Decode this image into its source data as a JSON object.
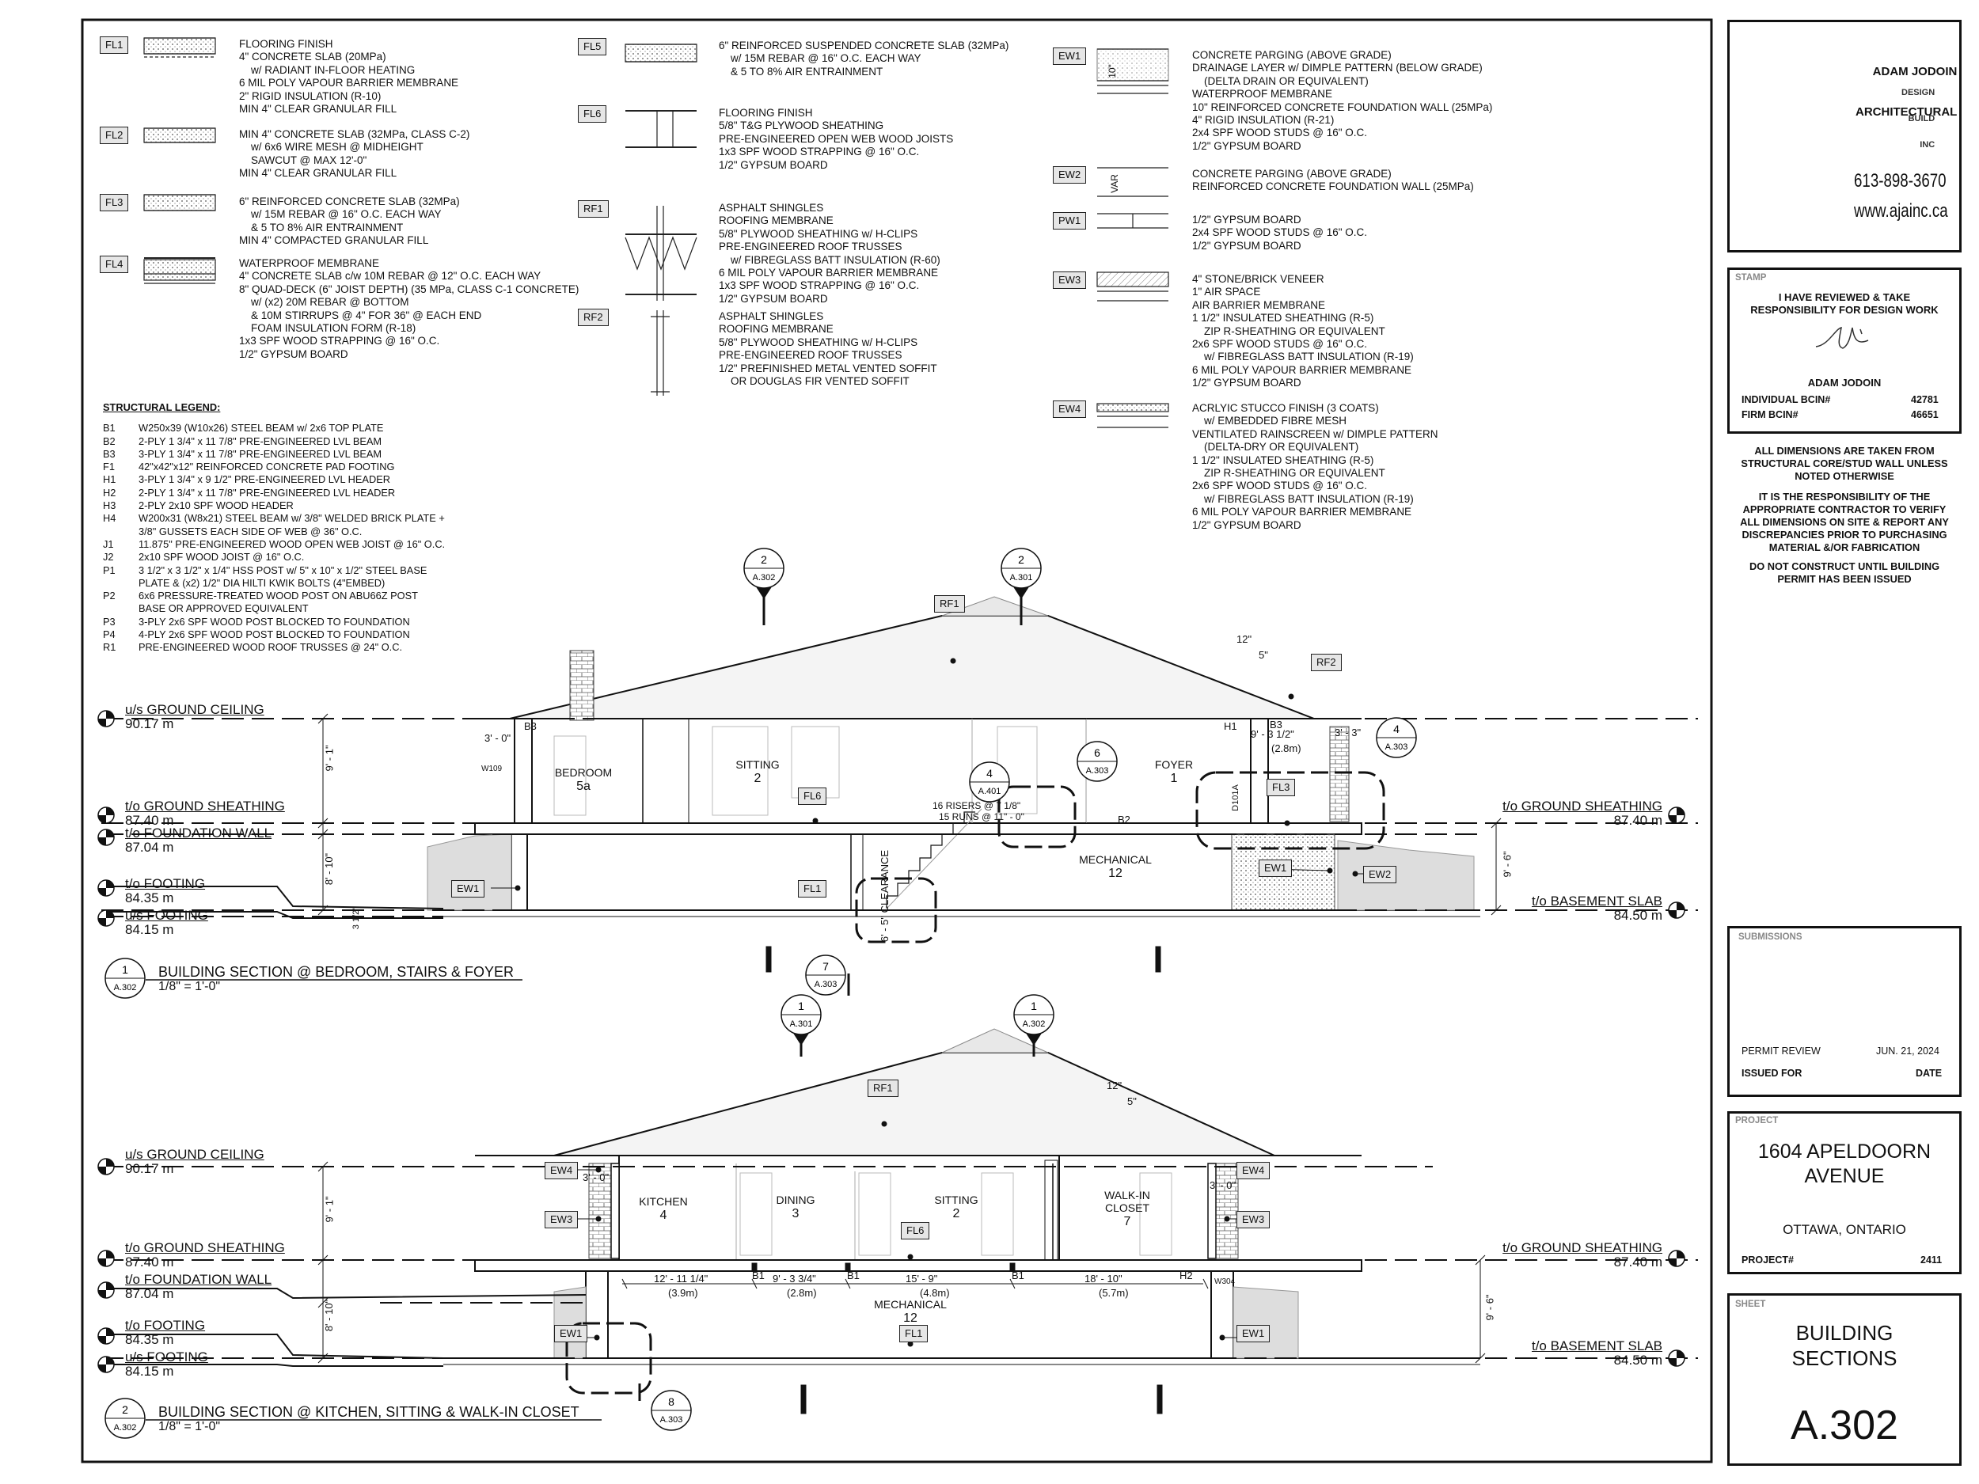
{
  "assemblies_left": [
    {
      "tag": "FL1",
      "lines": [
        "FLOORING FINISH",
        "4\" CONCRETE SLAB (20MPa)",
        "    w/ RADIANT IN-FLOOR HEATING",
        "6 MIL POLY VAPOUR BARRIER MEMBRANE",
        "2\" RIGID INSULATION (R-10)",
        "MIN 4\" CLEAR GRANULAR FILL"
      ]
    },
    {
      "tag": "FL2",
      "lines": [
        "MIN 4\" CONCRETE SLAB (32MPa, CLASS C-2)",
        "    w/ 6x6 WIRE MESH @ MIDHEIGHT",
        "    SAWCUT @ MAX 12'-0\"",
        "MIN 4\" CLEAR GRANULAR FILL"
      ]
    },
    {
      "tag": "FL3",
      "lines": [
        "6\" REINFORCED CONCRETE SLAB (32MPa)",
        "    w/ 15M REBAR @ 16\" O.C. EACH WAY",
        "    & 5 TO 8% AIR ENTRAINMENT",
        "MIN 4\" COMPACTED GRANULAR FILL"
      ]
    },
    {
      "tag": "FL4",
      "lines": [
        "WATERPROOF MEMBRANE",
        "4\" CONCRETE SLAB c/w 10M REBAR @ 12\" O.C. EACH WAY",
        "8\" QUAD-DECK (6\" JOIST DEPTH) (35 MPa, CLASS C-1 CONCRETE)",
        "    w/ (x2) 20M REBAR @ BOTTOM",
        "    & 10M STIRRUPS @ 4\" FOR 36\" @ EACH END",
        "    FOAM INSULATION FORM (R-18)",
        "1x3 SPF WOOD STRAPPING @ 16\" O.C.",
        "1/2\" GYPSUM BOARD"
      ]
    }
  ],
  "assemblies_mid": [
    {
      "tag": "FL5",
      "lines": [
        "6\" REINFORCED SUSPENDED CONCRETE SLAB (32MPa)",
        "    w/ 15M REBAR @ 16\" O.C. EACH WAY",
        "    & 5 TO 8% AIR ENTRAINMENT"
      ]
    },
    {
      "tag": "FL6",
      "lines": [
        "FLOORING FINISH",
        "5/8\" T&G PLYWOOD SHEATHING",
        "PRE-ENGINEERED OPEN WEB WOOD JOISTS",
        "1x3 SPF WOOD STRAPPING @ 16\" O.C.",
        "1/2\" GYPSUM BOARD"
      ]
    },
    {
      "tag": "RF1",
      "lines": [
        "ASPHALT SHINGLES",
        "ROOFING MEMBRANE",
        "5/8\" PLYWOOD SHEATHING w/ H-CLIPS",
        "PRE-ENGINEERED ROOF TRUSSES",
        "    w/ FIBREGLASS BATT INSULATION (R-60)",
        "6 MIL POLY VAPOUR BARRIER MEMBRANE",
        "1x3 SPF WOOD STRAPPING @ 16\" O.C.",
        "1/2\" GYPSUM BOARD"
      ]
    },
    {
      "tag": "RF2",
      "lines": [
        "ASPHALT SHINGLES",
        "ROOFING MEMBRANE",
        "5/8\" PLYWOOD SHEATHING w/ H-CLIPS",
        "PRE-ENGINEERED ROOF TRUSSES",
        "1/2\" PREFINISHED METAL VENTED SOFFIT",
        "    OR DOUGLAS FIR VENTED SOFFIT"
      ]
    }
  ],
  "assemblies_right": [
    {
      "tag": "EW1",
      "lines": [
        "CONCRETE PARGING (ABOVE GRADE)",
        "DRAINAGE LAYER w/ DIMPLE PATTERN (BELOW GRADE)",
        "    (DELTA DRAIN OR EQUIVALENT)",
        "WATERPROOF MEMBRANE",
        "10\" REINFORCED CONCRETE FOUNDATION WALL (25MPa)",
        "4\" RIGID INSULATION (R-21)",
        "2x4 SPF WOOD STUDS @ 16\" O.C.",
        "1/2\" GYPSUM BOARD"
      ]
    },
    {
      "tag": "EW2",
      "lines": [
        "CONCRETE PARGING (ABOVE GRADE)",
        "REINFORCED CONCRETE FOUNDATION WALL (25MPa)"
      ]
    },
    {
      "tag": "PW1",
      "lines": [
        "1/2\" GYPSUM BOARD",
        "2x4 SPF WOOD STUDS @ 16\" O.C.",
        "1/2\" GYPSUM BOARD"
      ]
    },
    {
      "tag": "EW3",
      "lines": [
        "4\" STONE/BRICK VENEER",
        "1\" AIR SPACE",
        "AIR BARRIER MEMBRANE",
        "1 1/2\" INSULATED SHEATHING (R-5)",
        "    ZIP R-SHEATHING OR EQUIVALENT",
        "2x6 SPF WOOD STUDS @ 16\" O.C.",
        "    w/ FIBREGLASS BATT INSULATION (R-19)",
        "6 MIL POLY VAPOUR BARRIER MEMBRANE",
        "1/2\" GYPSUM BOARD"
      ]
    },
    {
      "tag": "EW4",
      "lines": [
        "ACRLYIC STUCCO FINISH (3 COATS)",
        "    w/ EMBEDDED FIBRE MESH",
        "VENTILATED RAINSCREEN w/ DIMPLE PATTERN",
        "    (DELTA-DRY OR EQUIVALENT)",
        "1 1/2\" INSULATED SHEATHING (R-5)",
        "    ZIP R-SHEATHING OR EQUIVALENT",
        "2x6 SPF WOOD STUDS @ 16\" O.C.",
        "    w/ FIBREGLASS BATT INSULATION (R-19)",
        "6 MIL POLY VAPOUR BARRIER MEMBRANE",
        "1/2\" GYPSUM BOARD"
      ]
    }
  ],
  "dim_10": "10\"",
  "dim_var": "VAR",
  "legend": {
    "title": "STRUCTURAL LEGEND:",
    "items": [
      {
        "code": "B1",
        "text": "W250x39 (W10x26) STEEL BEAM w/ 2x6 TOP PLATE"
      },
      {
        "code": "B2",
        "text": "2-PLY 1 3/4\" x 11 7/8\" PRE-ENGINEERED LVL BEAM"
      },
      {
        "code": "B3",
        "text": "3-PLY 1 3/4\" x 11 7/8\" PRE-ENGINEERED LVL BEAM"
      },
      {
        "code": "F1",
        "text": "42\"x42\"x12\" REINFORCED CONCRETE PAD FOOTING"
      },
      {
        "code": "H1",
        "text": "3-PLY 1 3/4\" x 9 1/2\" PRE-ENGINEERED LVL HEADER"
      },
      {
        "code": "H2",
        "text": "2-PLY 1 3/4\" x 11 7/8\" PRE-ENGINEERED LVL HEADER"
      },
      {
        "code": "H3",
        "text": "2-PLY 2x10 SPF WOOD HEADER"
      },
      {
        "code": "H4",
        "text": "W200x31 (W8x21) STEEL BEAM w/ 3/8\" WELDED BRICK PLATE +\n3/8\" GUSSETS EACH SIDE OF WEB @ 36\" O.C."
      },
      {
        "code": "J1",
        "text": "11.875\" PRE-ENGINEERED WOOD OPEN WEB JOIST @ 16\" O.C."
      },
      {
        "code": "J2",
        "text": "2x10 SPF WOOD JOIST @ 16\" O.C."
      },
      {
        "code": "P1",
        "text": "3 1/2\" x 3 1/2\" x 1/4\" HSS POST w/ 5\" x 10\" x 1/2\" STEEL BASE\nPLATE & (x2) 1/2\" DIA HILTI KWIK BOLTS (4\"EMBED)"
      },
      {
        "code": "P2",
        "text": "6x6 PRESSURE-TREATED WOOD POST ON ABU66Z POST\nBASE OR APPROVED EQUIVALENT"
      },
      {
        "code": "P3",
        "text": "3-PLY 2x6 SPF WOOD POST BLOCKED TO FOUNDATION"
      },
      {
        "code": "P4",
        "text": "4-PLY 2x6 SPF WOOD POST BLOCKED TO FOUNDATION"
      },
      {
        "code": "R1",
        "text": "PRE-ENGINEERED WOOD ROOF TRUSSES @ 24\" O.C."
      }
    ]
  },
  "levels": {
    "ground_ceiling": {
      "label": "u/s GROUND CEILING",
      "value": "90.17 m"
    },
    "ground_sheathing": {
      "label": "t/o GROUND SHEATHING",
      "value": "87.40 m"
    },
    "foundation_wall": {
      "label": "t/o FOUNDATION WALL",
      "value": "87.04 m"
    },
    "footing_top": {
      "label": "t/o FOOTING",
      "value": "84.35 m"
    },
    "footing_bottom": {
      "label": "u/s FOOTING",
      "value": "84.15 m"
    },
    "basement_slab": {
      "label": "t/o BASEMENT SLAB",
      "value": "84.50 m"
    }
  },
  "section1": {
    "num": "1",
    "sheet": "A.302",
    "title": "BUILDING SECTION @ BEDROOM, STAIRS & FOYER",
    "scale": "1/8\" = 1'-0\"",
    "rooms": [
      {
        "name": "BEDROOM",
        "num": "5a"
      },
      {
        "name": "SITTING",
        "num": "2"
      },
      {
        "name": "FOYER",
        "num": "1"
      },
      {
        "name": "MECHANICAL",
        "num": "12"
      }
    ],
    "dims": {
      "upper": "9' - 1\"",
      "lower": "8' - 10\"",
      "right": "9' - 6\"",
      "left_off": "3' - 0\"",
      "right_off": "3' - 3\"",
      "foyer_w": "9' - 3 1/2\"",
      "foyer_m": "(2.8m)",
      "clearance": "6' - 5\" CLEARANCE",
      "pitch_run": "12\"",
      "pitch_rise": "5\"",
      "risers": "16 RISERS @ 7 1/8\"",
      "runs": "15 RUNS @ 11\" - 0\"",
      "small_dim": "3 1/2\""
    },
    "labels": [
      "B3",
      "H1",
      "B3",
      "B2",
      "D101A",
      "W109"
    ],
    "callouts": [
      {
        "num": "2",
        "sheet": "A.302"
      },
      {
        "num": "2",
        "sheet": "A.301"
      },
      {
        "num": "6",
        "sheet": "A.303"
      },
      {
        "num": "4",
        "sheet": "A.303"
      },
      {
        "num": "7",
        "sheet": "A.303"
      },
      {
        "num": "4",
        "sheet": "A.401"
      }
    ]
  },
  "section2": {
    "num": "2",
    "sheet": "A.302",
    "title": "BUILDING SECTION @ KITCHEN, SITTING & WALK-IN CLOSET",
    "scale": "1/8\" = 1'-0\"",
    "rooms": [
      {
        "name": "KITCHEN",
        "num": "4"
      },
      {
        "name": "DINING",
        "num": "3"
      },
      {
        "name": "SITTING",
        "num": "2"
      },
      {
        "name": "WALK-IN\nCLOSET",
        "num": "7"
      },
      {
        "name": "MECHANICAL",
        "num": "12"
      }
    ],
    "spans": [
      {
        "ft": "12' - 11 1/4\"",
        "m": "(3.9m)"
      },
      {
        "ft": "9' - 3 3/4\"",
        "m": "(2.8m)"
      },
      {
        "ft": "15' - 9\"",
        "m": "(4.8m)"
      },
      {
        "ft": "18' - 10\"",
        "m": "(5.7m)"
      }
    ],
    "dims": {
      "upper": "9' - 1\"",
      "lower": "8' - 10\"",
      "right": "9' - 6\"",
      "left_off": "3' - 0\"",
      "right_off": "3' - 0\"",
      "pitch_run": "12\"",
      "pitch_rise": "5\""
    },
    "labels": [
      "B1",
      "B1",
      "B1",
      "H2",
      "W304"
    ],
    "callouts": [
      {
        "num": "1",
        "sheet": "A.301"
      },
      {
        "num": "1",
        "sheet": "A.302"
      },
      {
        "num": "8",
        "sheet": "A.303"
      }
    ]
  },
  "title_block": {
    "firm": [
      "ADAM JODOIN",
      "ARCHITECTURAL"
    ],
    "firm_sub": [
      "DESIGN",
      "BUILD",
      "INC"
    ],
    "phone": "613-898-3670",
    "web": "www.ajainc.ca",
    "stamp_label": "STAMP",
    "stamp_text": "I HAVE REVIEWED & TAKE\nRESPONSIBILITY FOR DESIGN WORK",
    "stamp_name": "ADAM JODOIN",
    "bcin": [
      {
        "label": "INDIVIDUAL BCIN#",
        "value": "42781"
      },
      {
        "label": "FIRM BCIN#",
        "value": "46651"
      }
    ],
    "notes": [
      "ALL DIMENSIONS ARE TAKEN FROM\nSTRUCTURAL CORE/STUD WALL UNLESS\nNOTED OTHERWISE",
      "IT IS THE RESPONSIBILITY OF THE\nAPPROPRIATE CONTRACTOR TO VERIFY\nALL DIMENSIONS ON SITE & REPORT ANY\nDISCREPANCIES PRIOR TO PURCHASING\nMATERIAL &/OR FABRICATION",
      "DO NOT CONSTRUCT UNTIL BUILDING\nPERMIT HAS BEEN ISSUED"
    ],
    "submissions_label": "SUBMISSIONS",
    "submissions": [
      {
        "desc": "PERMIT REVIEW",
        "date": "JUN. 21, 2024"
      }
    ],
    "issued_for": "ISSUED FOR",
    "date_label": "DATE",
    "project_label": "PROJECT",
    "project_name": "1604 APELDOORN\nAVENUE",
    "project_city": "OTTAWA, ONTARIO",
    "project_num_label": "PROJECT#",
    "project_num": "2411",
    "sheet_label": "SHEET",
    "sheet_title": "BUILDING\nSECTIONS",
    "sheet_num": "A.302"
  }
}
